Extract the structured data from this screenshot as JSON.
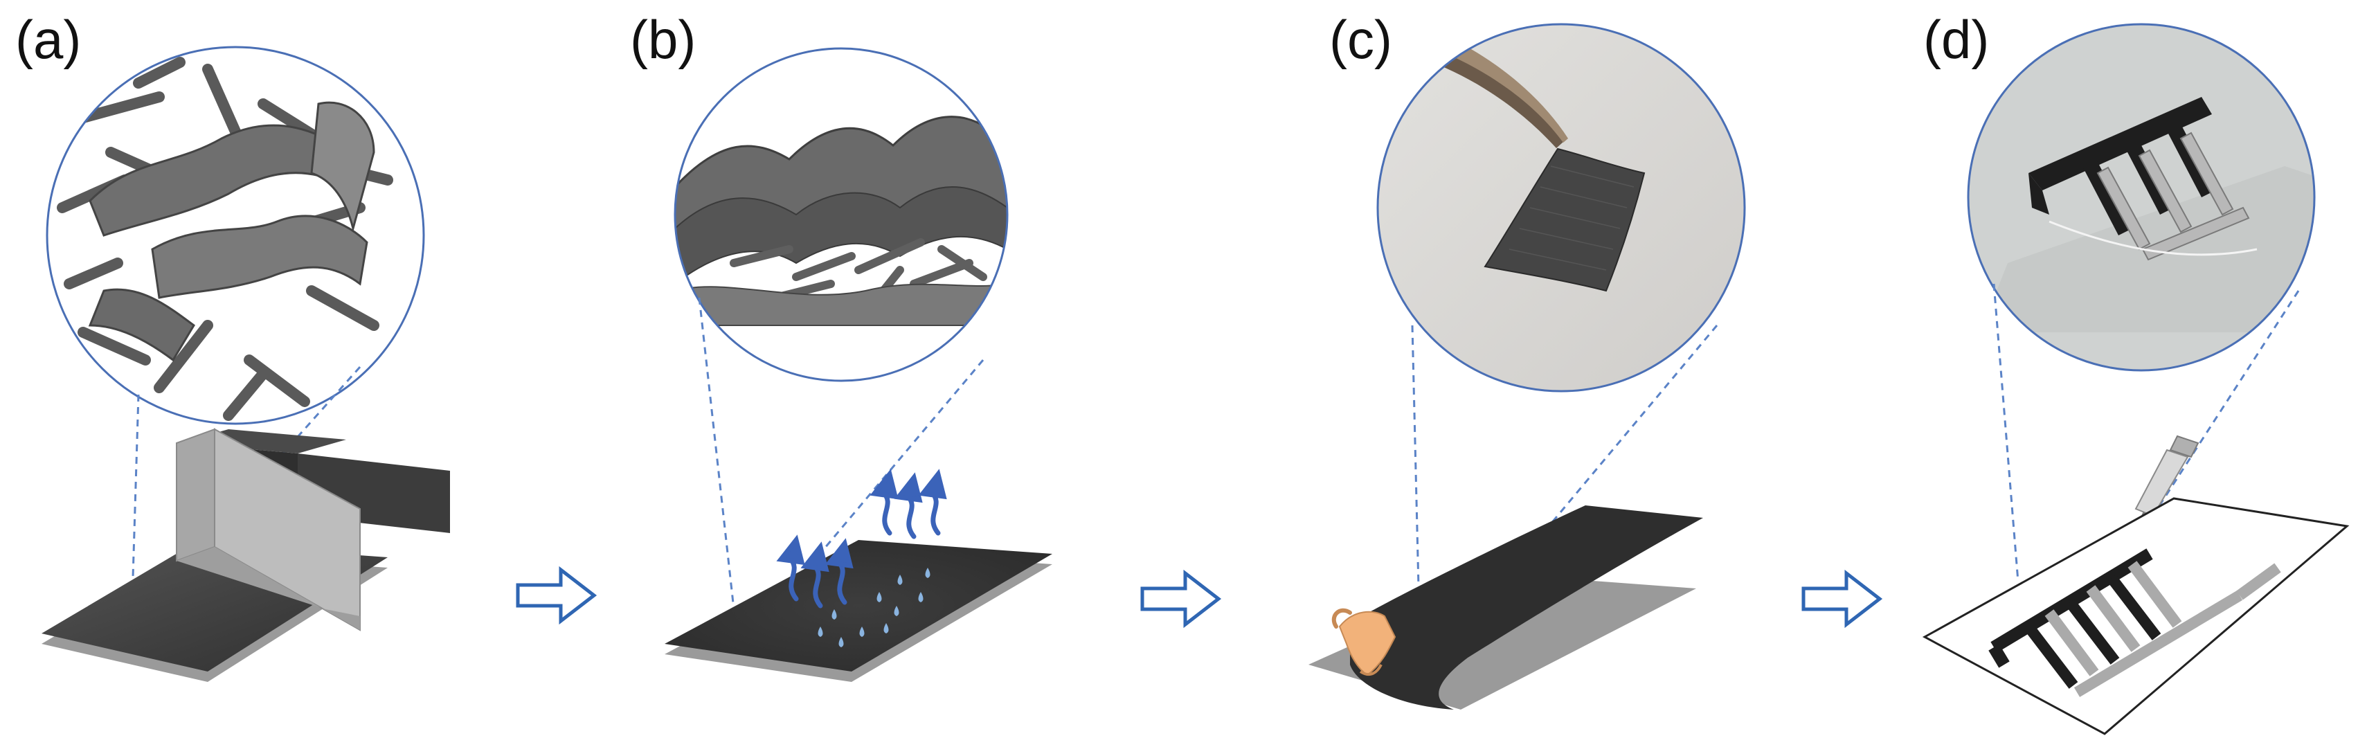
{
  "panels": [
    {
      "label": "(a)"
    },
    {
      "label": "(b)"
    },
    {
      "label": "(c)"
    },
    {
      "label": "(d)"
    }
  ],
  "colors": {
    "accent": "#2f66b3",
    "circle_stroke": "#4a6fb5",
    "film_dark": "#3a3a3a",
    "substrate_gray": "#9a9a9a",
    "background": "#ffffff",
    "drop_blue": "#8ab4e0",
    "glove_orange": "#f2b27a"
  },
  "icons": [
    "blade-coater-icon",
    "evaporation-arrow-icon",
    "water-drop-icon",
    "peeling-hand-icon",
    "syringe-icon",
    "process-arrow-icon",
    "tweezers-icon"
  ]
}
